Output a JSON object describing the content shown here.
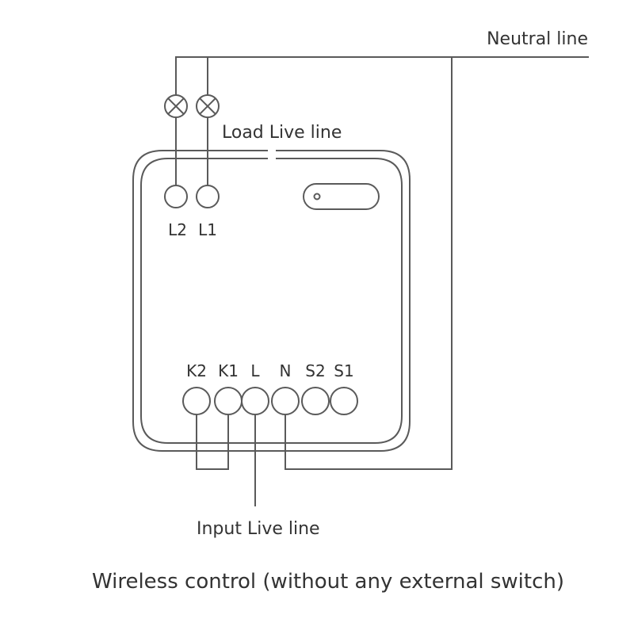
{
  "labels": {
    "neutral_line": "Neutral line",
    "load_live_line": "Load Live line",
    "input_live_line": "Input Live line",
    "caption": "Wireless control (without any external switch)"
  },
  "terminals": {
    "top": [
      "L2",
      "L1"
    ],
    "bottom": [
      "K2",
      "K1",
      "L",
      "N",
      "S2",
      "S1"
    ]
  },
  "colors": {
    "line": "#5a5a5a",
    "text": "#333333",
    "background": "#ffffff"
  }
}
